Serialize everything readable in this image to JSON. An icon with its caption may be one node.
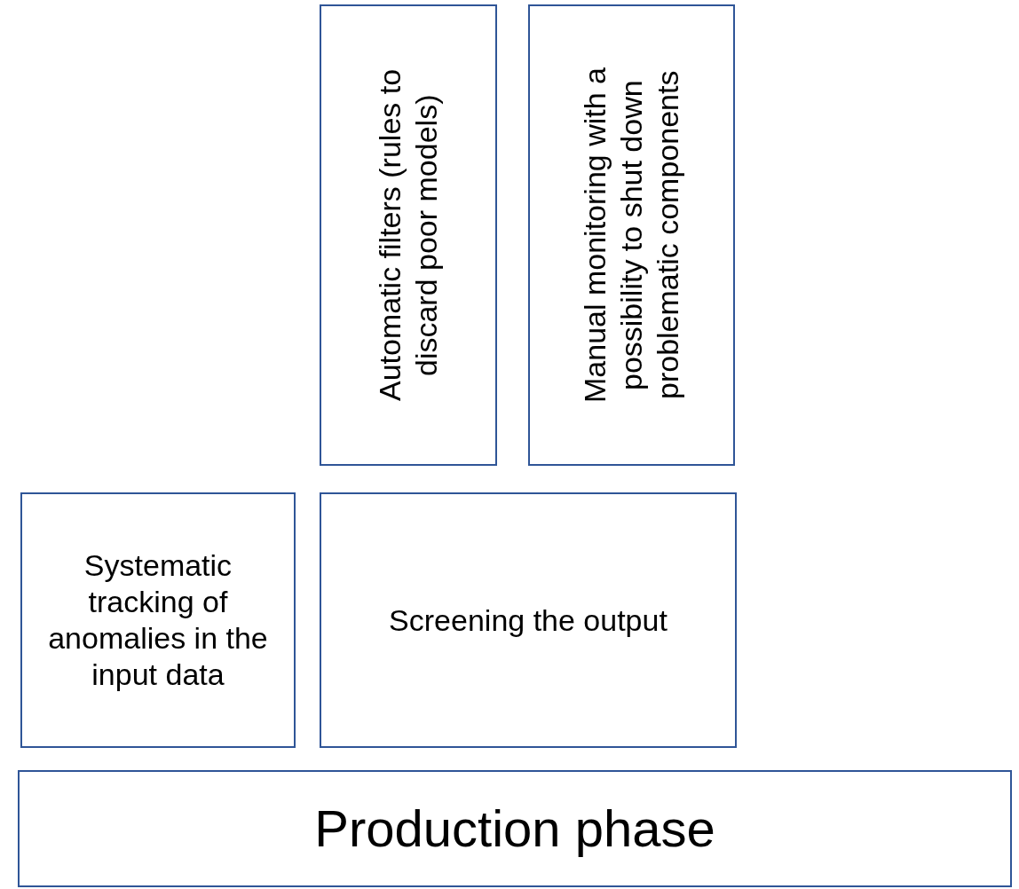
{
  "diagram": {
    "nodes": [
      {
        "text": [
          "Automatic filters (rules to discard poor models)"
        ]
      },
      {
        "text": [
          "Manual monitoring with a possibility to shut down problematic components"
        ]
      },
      {
        "text": [
          "Systematic tracking of anomalies in the input data"
        ]
      },
      {
        "text": [
          "Screening the output"
        ]
      },
      {
        "text": [
          "Production phase"
        ]
      }
    ]
  }
}
